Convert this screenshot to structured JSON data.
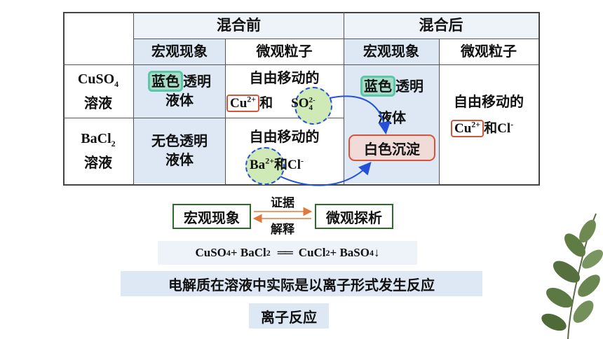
{
  "table": {
    "header_before": "混合前",
    "header_after": "混合后",
    "col_macro_before": "宏观现象",
    "col_micro_before": "微观粒子",
    "col_macro_after": "宏观现象",
    "col_micro_after": "微观粒子",
    "row1_name_main": "CuSO",
    "row1_name_sub": "4",
    "row1_name_line2": "溶液",
    "row1_macro_hl": "蓝色",
    "row1_macro_rest": "透明",
    "row1_macro_line2": "液体",
    "row1_micro_line1": "自由移动的",
    "row1_micro_cu": "Cu",
    "row1_micro_cu_sup": "2+",
    "row1_micro_and": "和",
    "row1_micro_so": "SO",
    "row1_micro_so_sub": "4",
    "row1_micro_so_sup": "2-",
    "row2_name_main": "BaCl",
    "row2_name_sub": "2",
    "row2_name_line2": "溶液",
    "row2_macro_line1": "无色透明",
    "row2_macro_line2": "液体",
    "row2_micro_line1": "自由移动的",
    "row2_micro_ba": "Ba",
    "row2_micro_ba_sup": "2+",
    "row2_micro_rest": "和Cl",
    "row2_micro_rest_sup": "-",
    "after_macro_hl": "蓝色",
    "after_macro_rest": "透明",
    "after_macro_line2": "液体",
    "after_precip": "白色沉淀",
    "after_micro_line1": "自由移动的",
    "after_micro_cu": "Cu",
    "after_micro_cu_sup": "2+",
    "after_micro_rest": "和Cl",
    "after_micro_rest_sup": "-"
  },
  "relation": {
    "left": "宏观现象",
    "right": "微观探析",
    "top_label": "证据",
    "bottom_label": "解释"
  },
  "equation": {
    "cuso": "CuSO",
    "cuso_sub": "4",
    "plus1": " + BaCl",
    "bacl_sub": "2",
    "equals": "══",
    "cucl": "CuCl",
    "cucl_sub": "2",
    "plus2": " + BaSO",
    "baso_sub": "4",
    "arrow": "↓"
  },
  "statement": "电解质在溶液中实际是以离子形式发生反应",
  "conclusion": "离子反应",
  "colors": {
    "cell_blue": "#dde8f4",
    "accent_green": "#5cc7a6",
    "accent_red": "#d6543a",
    "arrow_blue": "#2451d8"
  }
}
